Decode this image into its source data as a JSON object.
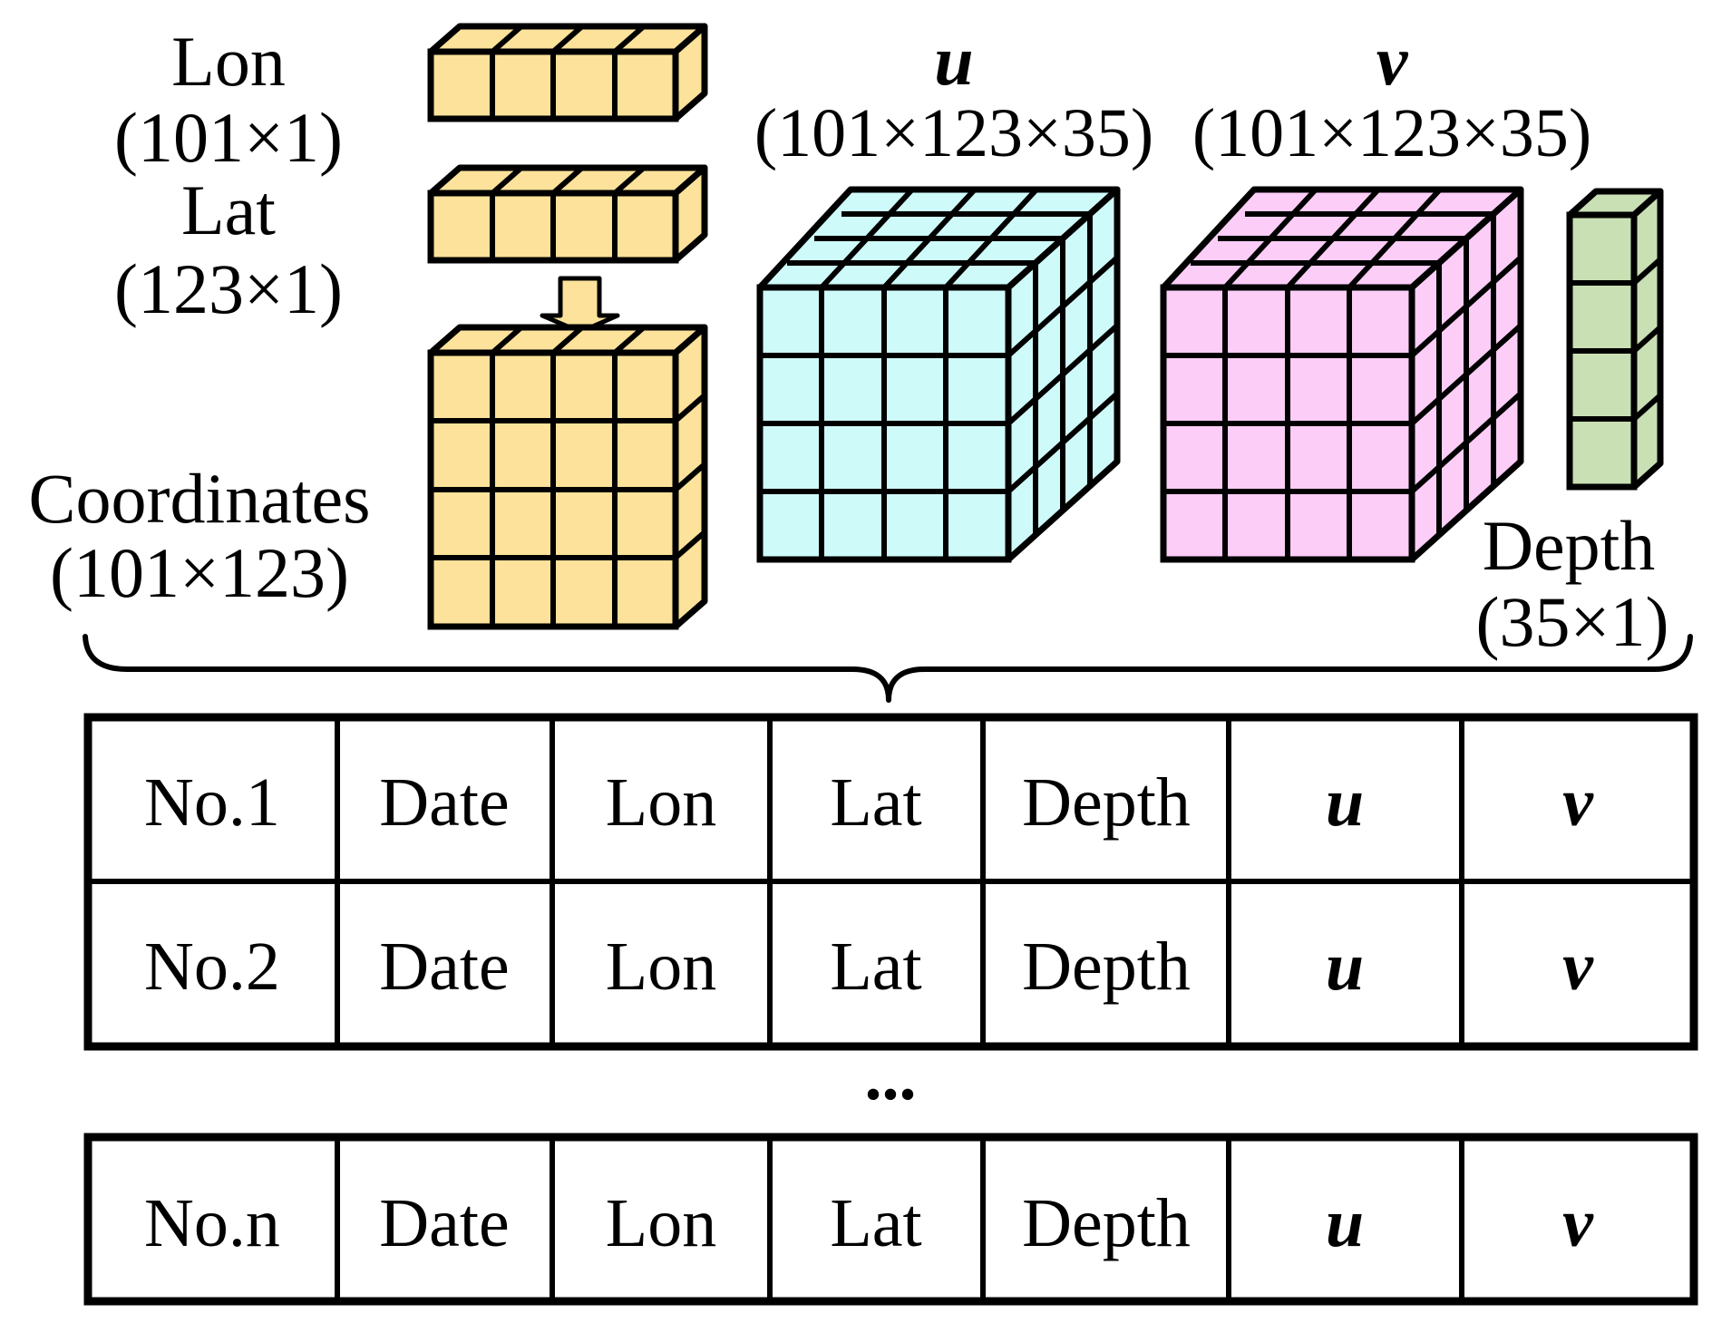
{
  "colors": {
    "coordinates_fill": "#FCE29A",
    "u_fill": "#CFFAFA",
    "v_fill": "#FBCDF7",
    "depth_fill": "#C9DFB4",
    "stroke": "#000000"
  },
  "labels": {
    "lon_name": "Lon",
    "lon_dim": "(101×1)",
    "lat_name": "Lat",
    "lat_dim": "(123×1)",
    "coords_name": "Coordinates",
    "coords_dim": "(101×123)",
    "u_name": "u",
    "u_dim": "(101×123×35)",
    "v_name": "v",
    "v_dim": "(101×123×35)",
    "depth_name": "Depth",
    "depth_dim": "(35×1)"
  },
  "ellipsis": "...",
  "table": {
    "rows": [
      {
        "no": "No.1",
        "date": "Date",
        "lon": "Lon",
        "lat": "Lat",
        "depth": "Depth",
        "u": "u",
        "v": "v"
      },
      {
        "no": "No.2",
        "date": "Date",
        "lon": "Lon",
        "lat": "Lat",
        "depth": "Depth",
        "u": "u",
        "v": "v"
      },
      {
        "no": "No.n",
        "date": "Date",
        "lon": "Lon",
        "lat": "Lat",
        "depth": "Depth",
        "u": "u",
        "v": "v"
      }
    ]
  }
}
